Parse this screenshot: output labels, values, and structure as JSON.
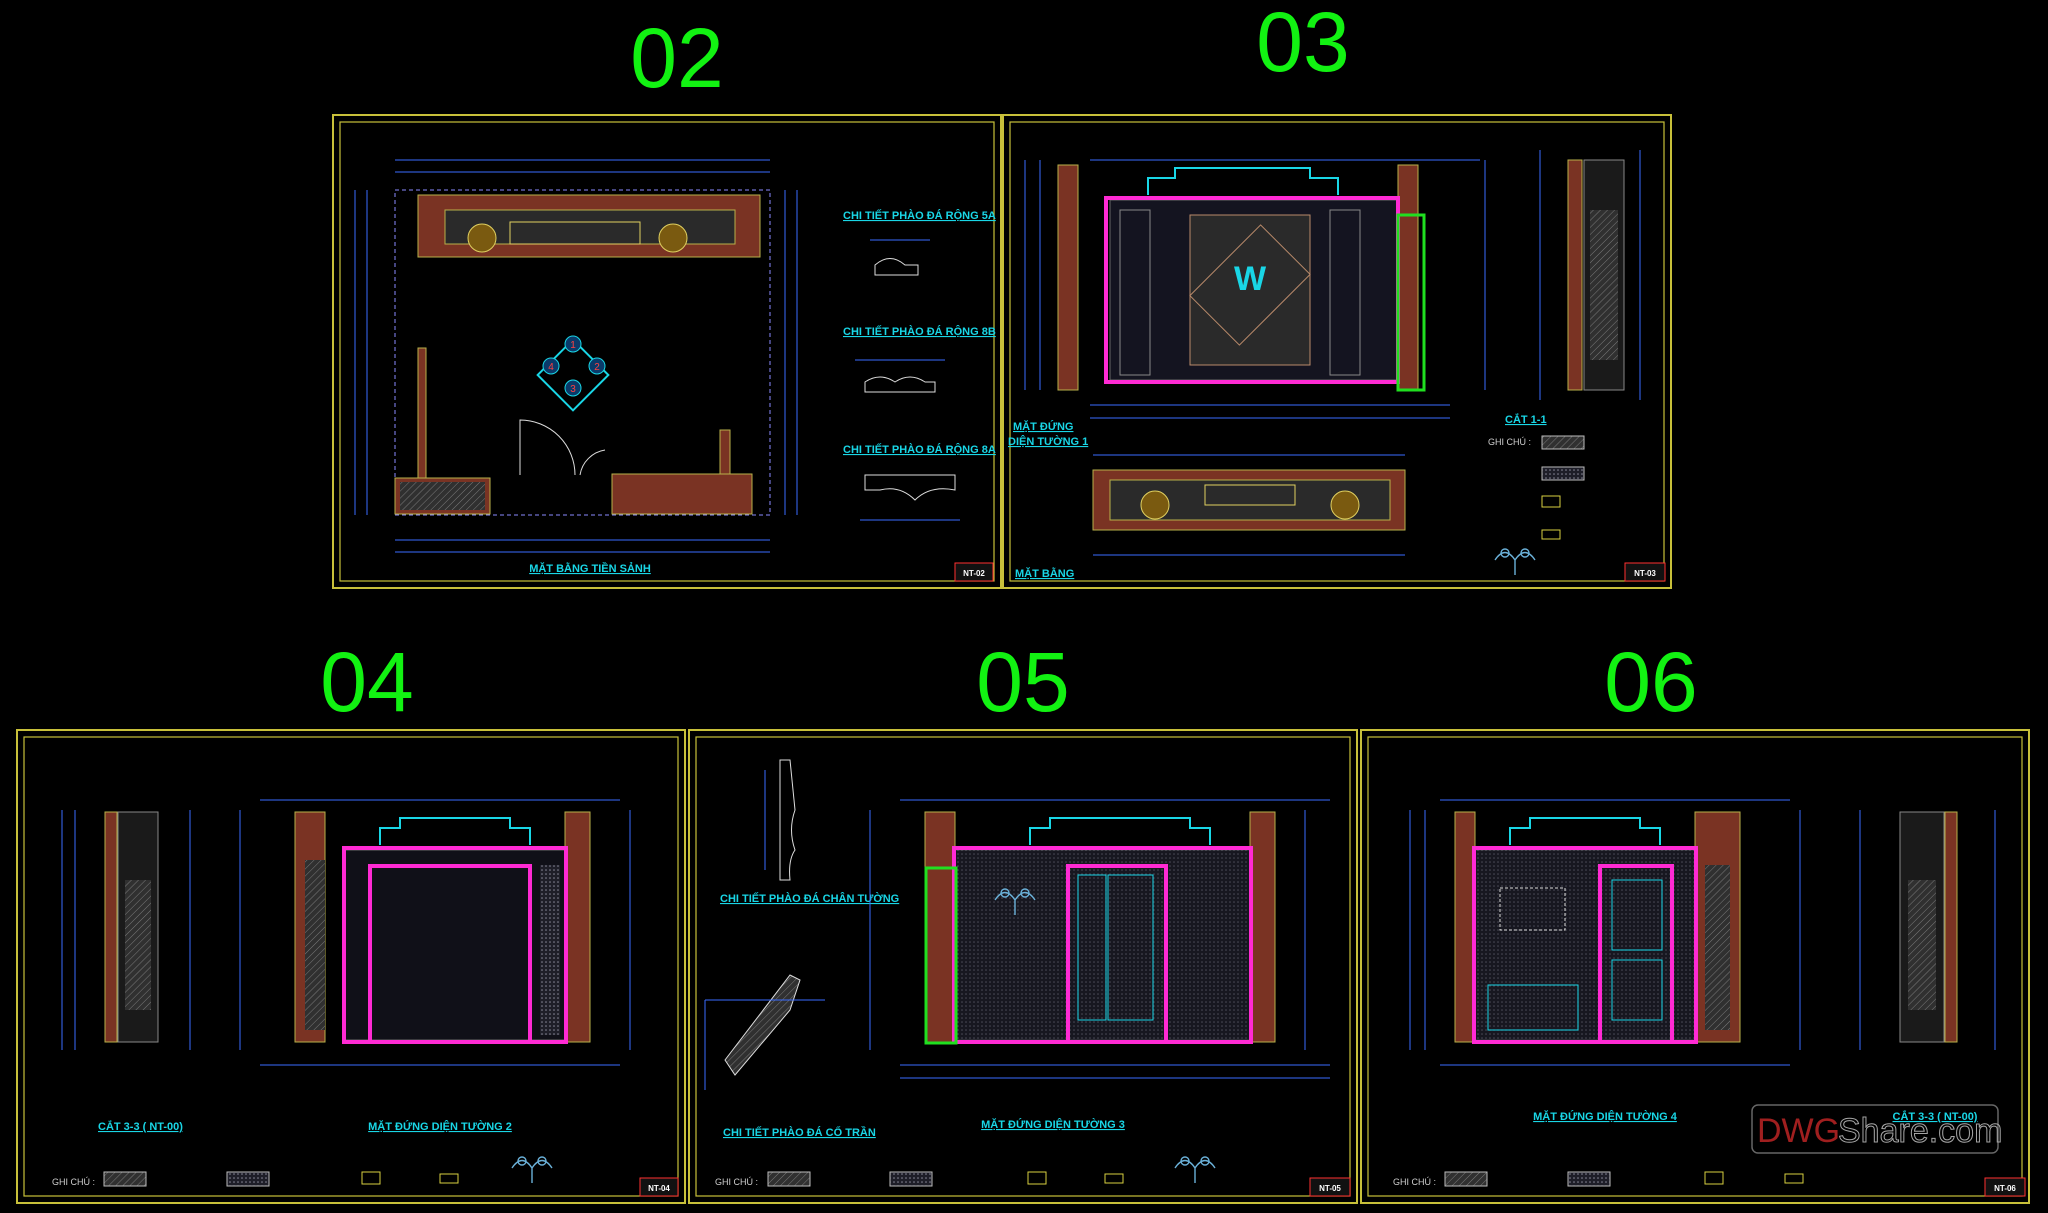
{
  "sheet_numbers": [
    "02",
    "03",
    "04",
    "05",
    "06"
  ],
  "sheet02": {
    "plan_title": "MẶT BẰNG TIỀN SẢNH",
    "detail_1": "CHI TIẾT PHÀO ĐÁ RỘNG 5A",
    "detail_2": "CHI TIẾT PHÀO ĐÁ RỘNG 8B",
    "detail_3": "CHI TIẾT PHÀO ĐÁ RỘNG 8A",
    "marker_1": "1",
    "marker_2": "2",
    "marker_3": "3",
    "marker_4": "4",
    "sheet_code": "NT-02"
  },
  "sheet03": {
    "logo_letter": "W",
    "elev_title_line1": "MẶT ĐỨNG",
    "elev_title_line2": "DIỆN TƯỜNG 1",
    "plan_title": "MẶT BẰNG",
    "section_title": "CẮT 1-1",
    "legend_header": "GHI CHÚ :",
    "sheet_code": "NT-03"
  },
  "sheet04": {
    "section_title": "CẮT 3-3 ( NT-00)",
    "elev_title": "MẶT ĐỨNG DIỆN TƯỜNG 2",
    "legend_header": "GHI CHÚ :",
    "sheet_code": "NT-04"
  },
  "sheet05": {
    "detail_top": "CHI TIẾT PHÀO ĐÁ CHÂN TƯỜNG",
    "detail_bottom": "CHI TIẾT PHÀO ĐÁ CỔ TRẦN",
    "elev_title": "MẶT ĐỨNG DIỆN TƯỜNG 3",
    "legend_header": "GHI CHÚ :",
    "sheet_code": "NT-05"
  },
  "sheet06": {
    "elev_title": "MẶT ĐỨNG DIỆN TƯỜNG 4",
    "section_title": "CẮT 3-3 ( NT-00)",
    "legend_header": "GHI CHÚ :",
    "sheet_code": "NT-06"
  },
  "watermark": {
    "part1": "DWG",
    "part2": "Share.com"
  },
  "colors": {
    "sheet_number": "#12f212",
    "frame": "#c8c03a",
    "label": "#19d6e6",
    "accent_magenta": "#ff2ad4",
    "tag_red": "#ff3030",
    "dimension_blue": "#3a6cff"
  }
}
